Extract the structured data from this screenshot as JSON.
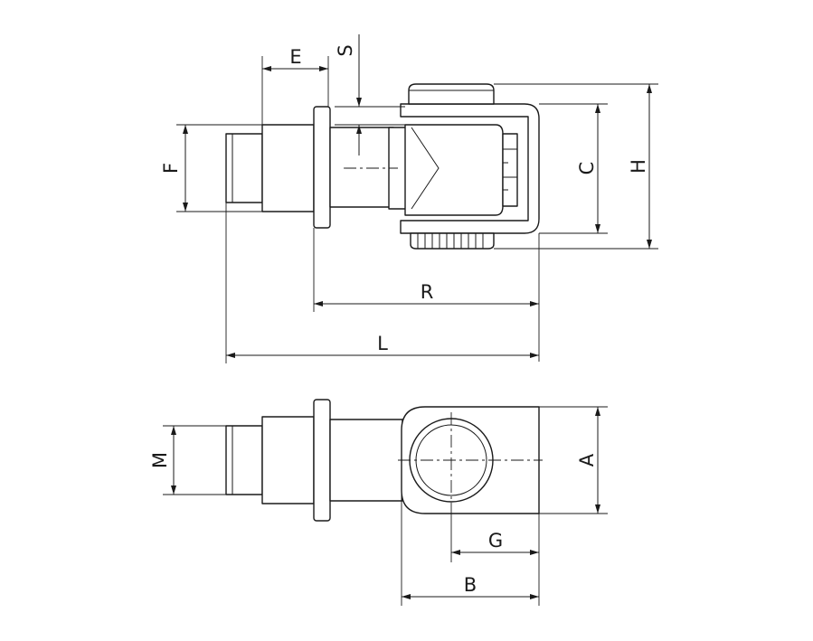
{
  "labels": {
    "E": "E",
    "S": "S",
    "F": "F",
    "C": "C",
    "H": "H",
    "R": "R",
    "L": "L",
    "M": "M",
    "A": "A",
    "G": "G",
    "B": "B"
  },
  "colors": {
    "line": "#1a1a1a",
    "background": "#ffffff"
  }
}
